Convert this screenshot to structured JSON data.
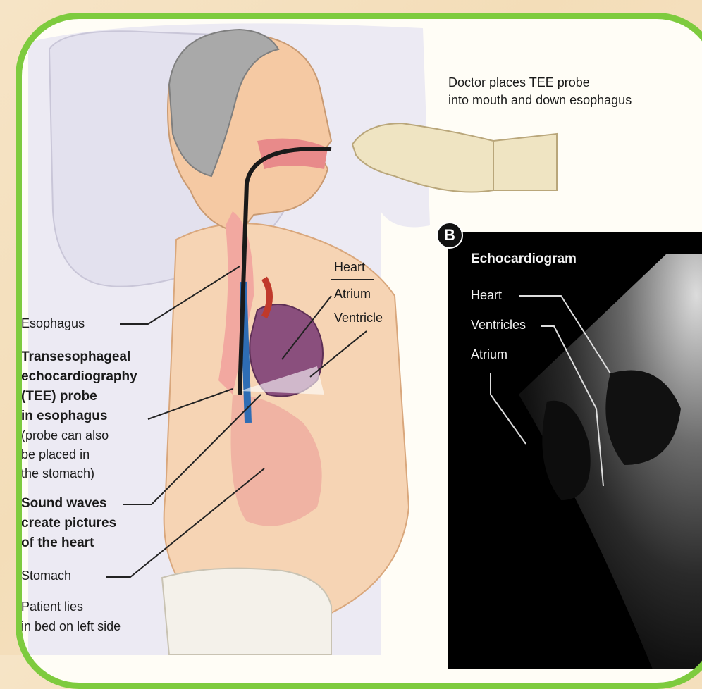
{
  "header": {
    "caption": "Doctor places TEE probe\ninto mouth and down esophagus",
    "caption_line1": "Doctor places TEE probe",
    "caption_line2": "into mouth and down esophagus"
  },
  "illustration_labels": {
    "heart": "Heart",
    "atrium": "Atrium",
    "ventricle": "Ventricle",
    "esophagus": "Esophagus",
    "tee_line1": "Transesophageal",
    "tee_line2": "echocardiography",
    "tee_line3": "(TEE) probe",
    "tee_line4": "in esophagus",
    "tee_note1": "(probe can also",
    "tee_note2": "be placed in",
    "tee_note3": "the stomach)",
    "sound_line1": "Sound waves",
    "sound_line2": "create pictures",
    "sound_line3": "of the heart",
    "stomach": "Stomach",
    "patient_line1": "Patient lies",
    "patient_line2": "in bed on left side"
  },
  "panel_b": {
    "badge": "B",
    "title": "Echocardiogram",
    "heart": "Heart",
    "ventricles": "Ventricles",
    "atrium": "Atrium"
  },
  "colors": {
    "frame": "#7ecb3e",
    "skin": "#f5c9a3",
    "probe": "#1a1a1a",
    "artery": "#c0392b",
    "vein": "#2e6db4"
  }
}
